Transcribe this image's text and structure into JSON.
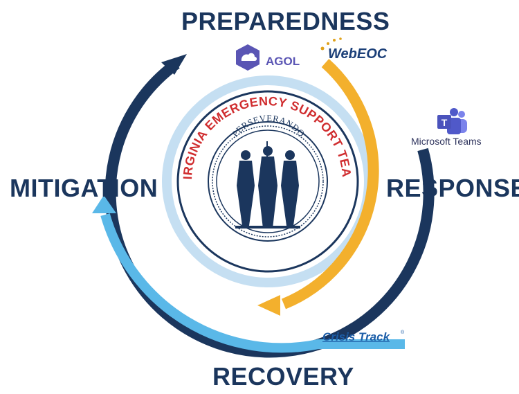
{
  "phases": {
    "preparedness": "PREPAREDNESS",
    "mitigation": "MITIGATION",
    "response": "RESPONSE",
    "recovery": "RECOVERY"
  },
  "seal": {
    "outer_text": "VIRGINIA EMERGENCY SUPPORT TEAM",
    "inner_motto": "PERSEVERANDO"
  },
  "logos": {
    "agol": "AGOL",
    "webeoc": "WebEOC",
    "teams": "Microsoft Teams",
    "crisis_track": "Crisis Track",
    "crisis_track_mark": "®"
  },
  "colors": {
    "navy": "#1b365d",
    "light_blue": "#5ab8e8",
    "pale_blue": "#c5dff2",
    "gold": "#f3b02d",
    "seal_red": "#d02d2f",
    "agol_purple": "#5a55b4",
    "teams_purple": "#5059c9"
  }
}
